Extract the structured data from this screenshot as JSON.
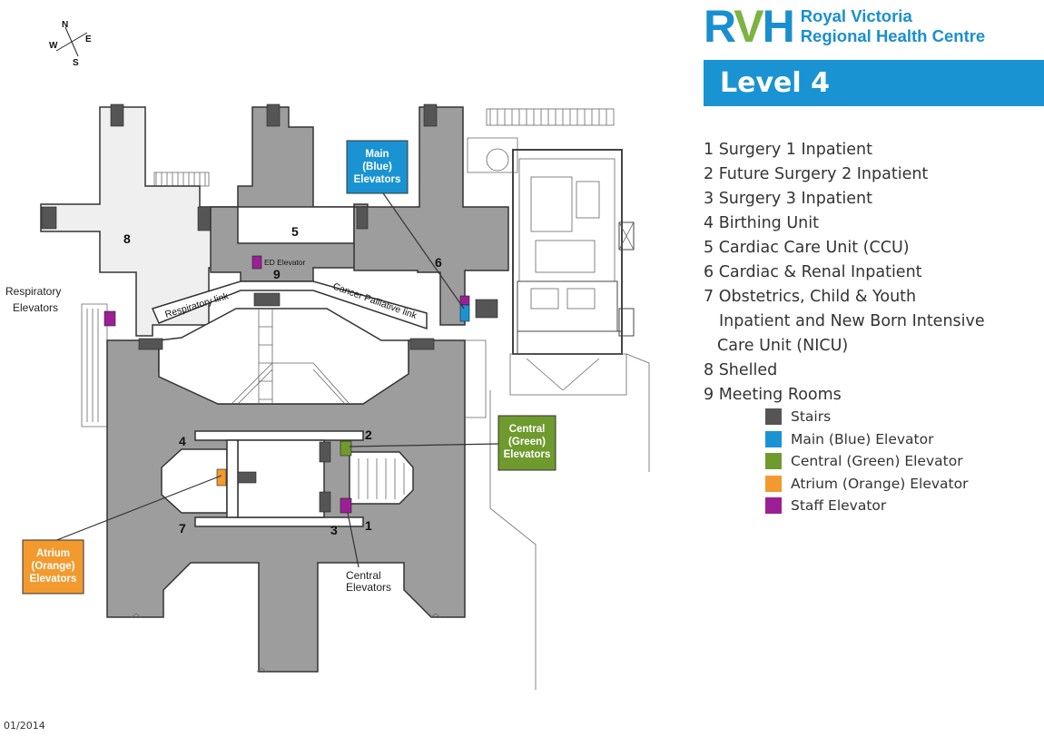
{
  "header": {
    "logo_letters": [
      "R",
      "V",
      "H"
    ],
    "org_name_line1": "Royal Victoria",
    "org_name_line2": "Regional Health Centre",
    "level_title": "Level 4",
    "brand_blue": "#1a8fd0",
    "brand_green": "#7cb342"
  },
  "units": [
    {
      "number": "1",
      "name": "Surgery 1 Inpatient",
      "text": "1 Surgery 1 Inpatient"
    },
    {
      "number": "2",
      "name": "Future Surgery 2 Inpatient",
      "text": "2 Future Surgery 2 Inpatient"
    },
    {
      "number": "3",
      "name": "Surgery 3 Inpatient",
      "text": "3 Surgery 3 Inpatient"
    },
    {
      "number": "4",
      "name": "Birthing Unit",
      "text": "4 Birthing Unit"
    },
    {
      "number": "5",
      "name": "Cardiac Care Unit (CCU)",
      "text": "5 Cardiac Care Unit (CCU)"
    },
    {
      "number": "6",
      "name": "Cardiac & Renal Inpatient",
      "text": "6 Cardiac & Renal Inpatient"
    },
    {
      "number": "7",
      "name": "Obstetrics, Child & Youth Inpatient and New Born Intensive Care Unit (NICU)",
      "line1": "7 Obstetrics, Child & Youth",
      "line2": "Inpatient and New Born Intensive",
      "line3": "Care Unit (NICU)"
    },
    {
      "number": "8",
      "name": "Shelled",
      "text": "8  Shelled"
    },
    {
      "number": "9",
      "name": "Meeting Rooms",
      "text": "9  Meeting Rooms"
    }
  ],
  "legend": [
    {
      "label": "Stairs",
      "color": "#555555",
      "icon": "stairs-swatch"
    },
    {
      "label": "Main (Blue) Elevator",
      "color": "#1a93d3",
      "icon": "main-elevator-swatch"
    },
    {
      "label": "Central (Green) Elevator",
      "color": "#6f9a2e",
      "icon": "central-elevator-swatch"
    },
    {
      "label": "Atrium (Orange) Elevator",
      "color": "#f29a2e",
      "icon": "atrium-elevator-swatch"
    },
    {
      "label": "Staff Elevator",
      "color": "#9c1f96",
      "icon": "staff-elevator-swatch"
    }
  ],
  "map": {
    "compass": {
      "n": "N",
      "s": "S",
      "e": "E",
      "w": "W"
    },
    "zone_numbers": [
      "1",
      "2",
      "3",
      "4",
      "5",
      "6",
      "7",
      "8",
      "9"
    ],
    "labels": {
      "respiratory_elevators": [
        "Respiratory",
        "Elevators"
      ],
      "ed_elevator": "ED Elevator",
      "respiratory_link": "Respiratory link",
      "cancer_palliative_link": "Cancer Palliative link",
      "central_elevators": [
        "Central",
        "Elevators"
      ]
    },
    "callouts": {
      "main": {
        "lines": [
          "Main",
          "(Blue)",
          "Elevators"
        ],
        "color": "#1a93d3"
      },
      "central": {
        "lines": [
          "Central",
          "(Green)",
          "Elevators"
        ],
        "color": "#6f9a2e"
      },
      "atrium": {
        "lines": [
          "Atrium",
          "(Orange)",
          "Elevators"
        ],
        "color": "#f29a2e"
      }
    },
    "staff_elevator_color": "#9c1f96"
  },
  "footer": {
    "date": "01/2014"
  }
}
